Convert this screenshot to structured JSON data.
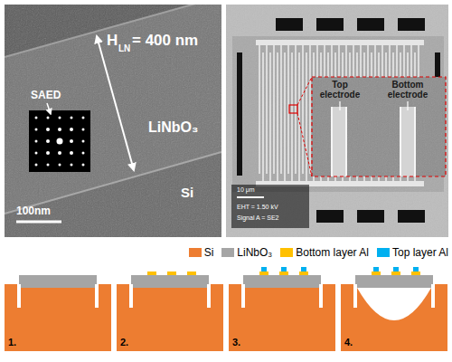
{
  "diagram": {
    "labels": [
      "SAED",
      "H",
      "LN",
      "= 400 nm",
      "LiNbO₃",
      "Si",
      "100nm",
      "Top electrode",
      "Bottom electrode",
      "10 μm",
      "EHT = 1.50 kV",
      "Signal A = SE2",
      "1.",
      "2.",
      "3.",
      "4."
    ],
    "legend": [
      {
        "text": "Si",
        "color": "#ed7d31"
      },
      {
        "text": "LiNbO₃",
        "color": "#a5a5a5"
      },
      {
        "text": "Bottom layer Al",
        "color": "#ffc000"
      },
      {
        "text": "Top layer Al",
        "color": "#00b0f0"
      }
    ]
  }
}
